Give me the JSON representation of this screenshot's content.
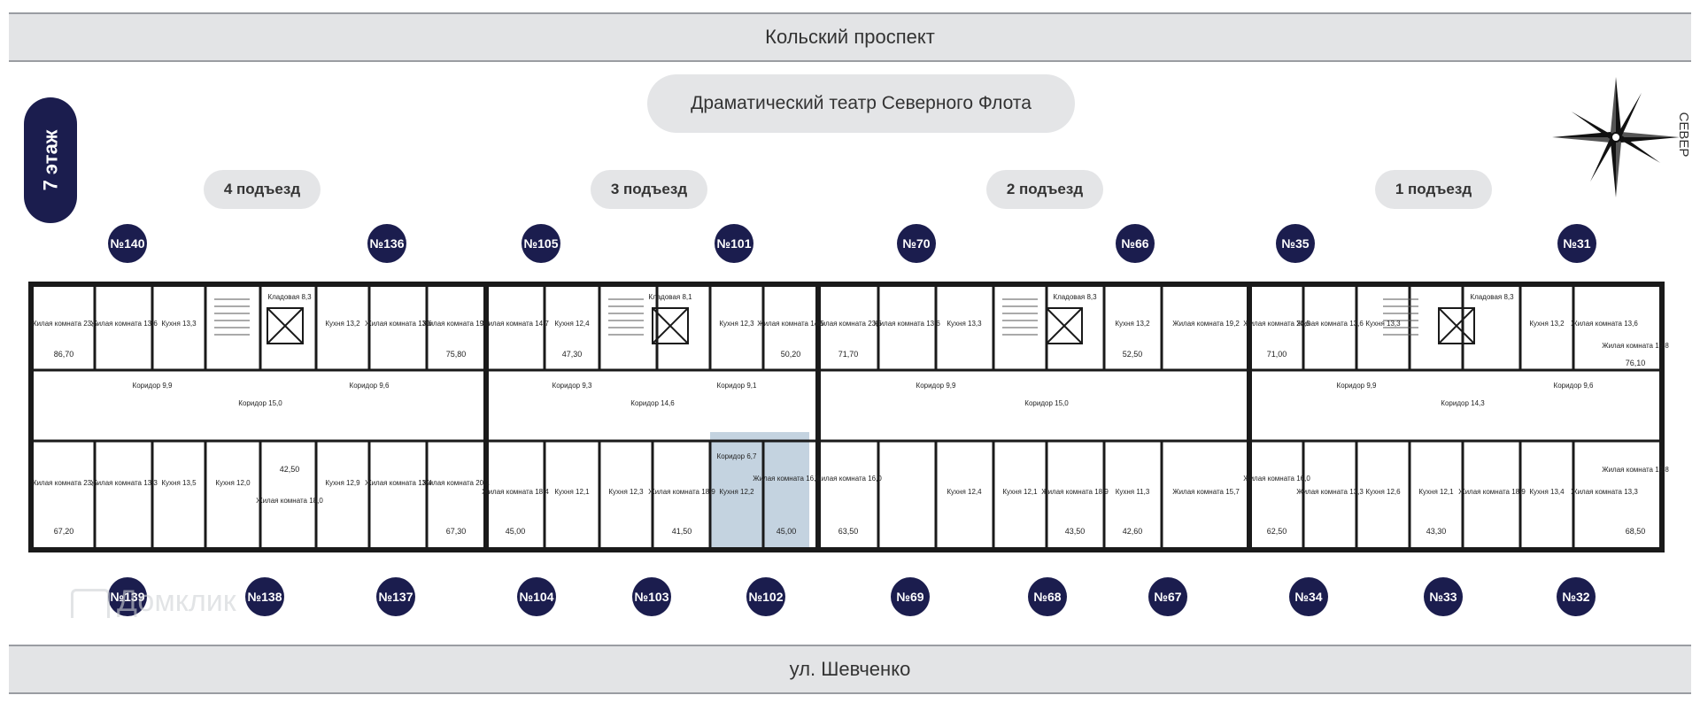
{
  "streets": {
    "top": "Кольский проспект",
    "bottom": "ул. Шевченко"
  },
  "landmark": "Драматический театр Северного Флота",
  "floor_label": "7 этаж",
  "compass_label": "СЕВЕР",
  "entrances": [
    "4 подъезд",
    "3 подъезд",
    "2 подъезд",
    "1 подъезд"
  ],
  "apartments_top": [
    "№140",
    "№136",
    "№105",
    "№101",
    "№70",
    "№66",
    "№35",
    "№31"
  ],
  "apartments_bottom": [
    "№139",
    "№138",
    "№137",
    "№104",
    "№103",
    "№102",
    "№69",
    "№68",
    "№67",
    "№34",
    "№33",
    "№32"
  ],
  "highlighted_apartment": "№102",
  "watermark": "Домклик",
  "colors": {
    "badge": "#1b1d4e",
    "pill": "#e4e5e7",
    "highlight": "#c4d3e0",
    "wall": "#1a1a1a"
  },
  "section_labels": {
    "s4": {
      "l1": "Жилая комната 23,5",
      "l2": "Жилая комната 13,6",
      "l3": "Кухня 13,3",
      "l4": "Кладовая 8,3",
      "l5": "Кухня 13,2",
      "l6": "Жилая комната 13,6",
      "l7": "Жилая комната 19,3",
      "corr1": "Коридор 9,9",
      "corr2": "Коридор 15,0",
      "corr3": "Коридор 9,6",
      "b1": "Жилая комната 23,5",
      "b2": "Жилая комната 13,3",
      "b3": "Кухня 13,5",
      "b4": "Кухня 12,0",
      "b5": "Жилая комната 18,0",
      "b6": "Кухня 12,9",
      "b7": "Жилая комната 13,4",
      "b8": "Жилая комната 20,1",
      "a1": "86,70",
      "a2": "67,20",
      "a3": "42,50",
      "a4": "75,80",
      "a5": "67,30"
    },
    "s3": {
      "l1": "Жилая комната 14,7",
      "l2": "Кухня 12,4",
      "l3": "Кладовая 8,1",
      "l4": "Кухня 12,3",
      "l5": "Жилая комната 14,5",
      "corr1": "Коридор 9,3",
      "corr2": "Коридор 14,6",
      "corr3": "Коридор 9,1",
      "b1": "Жилая комната 18,4",
      "b2": "Кухня 12,1",
      "b3": "Кухня 12,3",
      "b4": "Жилая комната 18,9",
      "b5": "Кухня 12,2",
      "b6": "Жилая комната 16,5",
      "b7": "Коридор 6,7",
      "a1": "47,30",
      "a2": "50,20",
      "a3": "45,00",
      "a4": "41,50",
      "a5": "45,00"
    },
    "s2": {
      "l1": "Жилая комната 23,5",
      "l2": "Жилая комната 13,6",
      "l3": "Кухня 13,3",
      "l4": "Кладовая 8,3",
      "l5": "Кухня 13,2",
      "l6": "Жилая комната 19,2",
      "corr1": "Коридор 9,9",
      "corr2": "Коридор 15,0",
      "b1": "Жилая комната 16,0",
      "b2": "Кухня 12,4",
      "b3": "Кухня 12,1",
      "b4": "Жилая комната 18,9",
      "b5": "Кухня 11,3",
      "b6": "Жилая комната 15,7",
      "a1": "71,70",
      "a2": "52,50",
      "a3": "63,50",
      "a4": "43,50",
      "a5": "42,60"
    },
    "s1": {
      "l1": "Жилая комната 23,5",
      "l2": "Жилая комната 13,6",
      "l3": "Кухня 13,3",
      "l4": "Кладовая 8,3",
      "l5": "Кухня 13,2",
      "l6": "Жилая комната 13,6",
      "l7": "Жилая комната 19,8",
      "corr1": "Коридор 9,9",
      "corr2": "Коридор 14,3",
      "corr3": "Коридор 9,6",
      "b1": "Жилая комната 16,0",
      "b2": "Жилая комната 13,3",
      "b3": "Кухня 12,6",
      "b4": "Кухня 12,1",
      "b5": "Жилая комната 18,9",
      "b6": "Кухня 13,4",
      "b7": "Жилая комната 13,3",
      "b8": "Жилая комната 19,8",
      "a1": "71,00",
      "a2": "62,50",
      "a3": "43,30",
      "a4": "76,10",
      "a5": "68,50"
    }
  }
}
